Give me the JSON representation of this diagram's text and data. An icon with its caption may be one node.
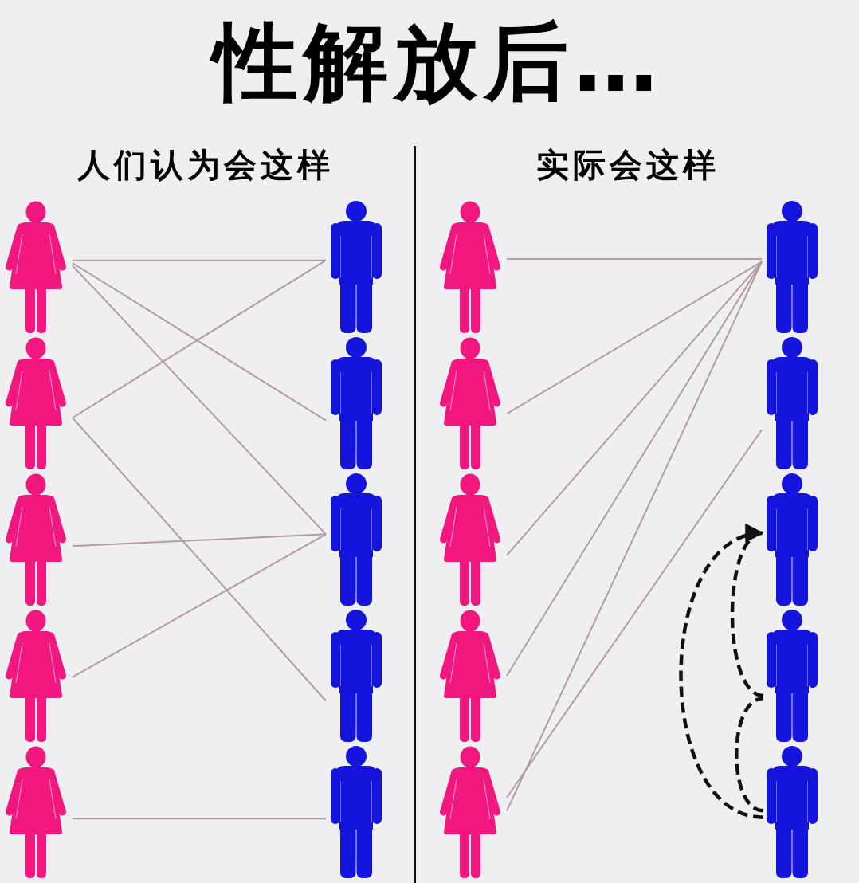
{
  "diagram": {
    "title": "性解放后…",
    "nodes": [
      {
        "text": [],
        "shape": "woman"
      },
      {
        "text": [],
        "shape": "woman"
      },
      {
        "text": [],
        "shape": "woman"
      },
      {
        "text": [],
        "shape": "woman"
      },
      {
        "text": [],
        "shape": "woman"
      },
      {
        "text": [],
        "shape": "man"
      },
      {
        "text": [],
        "shape": "man"
      },
      {
        "text": [],
        "shape": "man"
      },
      {
        "text": [],
        "shape": "man"
      },
      {
        "text": [],
        "shape": "man"
      },
      {
        "text": [],
        "shape": "woman"
      },
      {
        "text": [],
        "shape": "woman"
      },
      {
        "text": [],
        "shape": "woman"
      },
      {
        "text": [],
        "shape": "woman"
      },
      {
        "text": [],
        "shape": "woman"
      },
      {
        "text": [],
        "shape": "man"
      },
      {
        "text": [],
        "shape": "man"
      },
      {
        "text": [],
        "shape": "man"
      },
      {
        "text": [],
        "shape": "man"
      },
      {
        "text": [],
        "shape": "man"
      }
    ],
    "edges": [
      {
        "from": 0,
        "to": 5,
        "arrow": "none"
      },
      {
        "from": 0,
        "to": 6,
        "arrow": "none"
      },
      {
        "from": 0,
        "to": 7,
        "arrow": "none"
      },
      {
        "from": 1,
        "to": 5,
        "arrow": "none"
      },
      {
        "from": 1,
        "to": 8,
        "arrow": "none"
      },
      {
        "from": 2,
        "to": 7,
        "arrow": "none"
      },
      {
        "from": 3,
        "to": 7,
        "arrow": "none"
      },
      {
        "from": 4,
        "to": 9,
        "arrow": "none"
      },
      {
        "from": 10,
        "to": 15,
        "arrow": "none"
      },
      {
        "from": 11,
        "to": 15,
        "arrow": "none"
      },
      {
        "from": 12,
        "to": 15,
        "arrow": "none"
      },
      {
        "from": 13,
        "to": 15,
        "arrow": "none"
      },
      {
        "from": 14,
        "to": 15,
        "arrow": "none"
      },
      {
        "from": 14,
        "to": 16,
        "arrow": "none"
      },
      {
        "from": 19,
        "to": 17,
        "arrow": "to",
        "style": "dashed",
        "color": "#111111"
      },
      {
        "from": 18,
        "to": 17,
        "arrow": "to",
        "style": "dashed",
        "color": "#111111"
      },
      {
        "from": 19,
        "to": 18,
        "arrow": "none",
        "style": "dashed",
        "color": "#111111"
      }
    ],
    "labels": [
      "人们认为会这样",
      "实际会这样"
    ]
  }
}
